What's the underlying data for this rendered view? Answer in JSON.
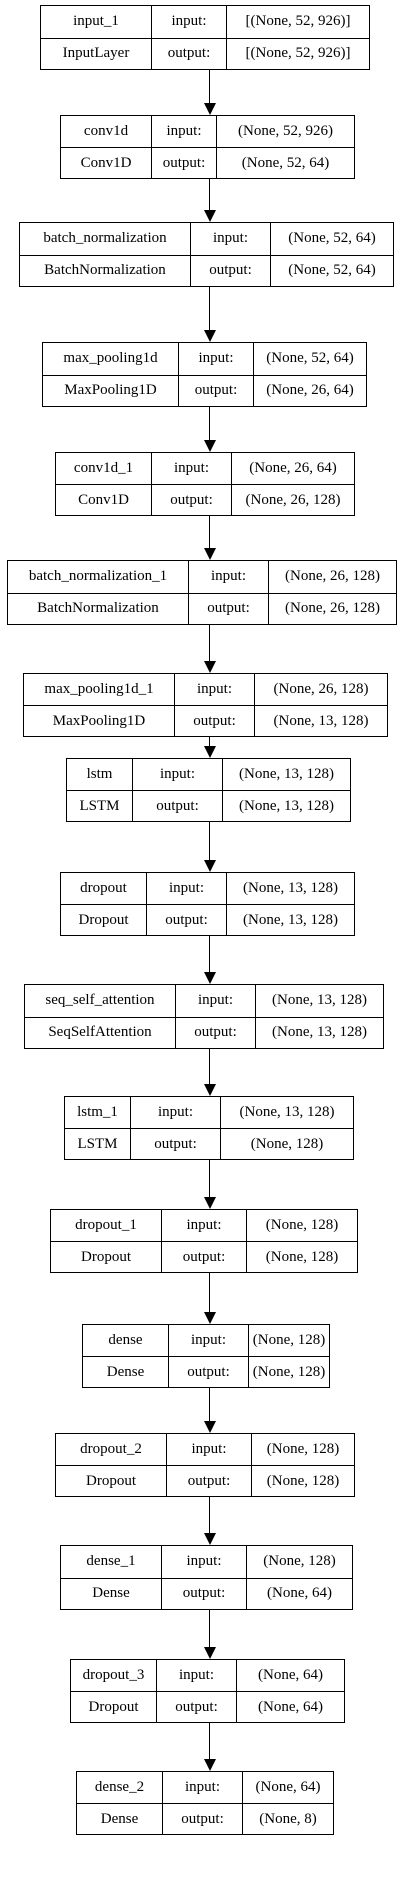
{
  "layers": [
    {
      "name": "input_1",
      "type": "InputLayer",
      "input_label": "input:",
      "output_label": "output:",
      "input_shape": "[(None, 52, 926)]",
      "output_shape": "[(None, 52, 926)]"
    },
    {
      "name": "conv1d",
      "type": "Conv1D",
      "input_label": "input:",
      "output_label": "output:",
      "input_shape": "(None, 52, 926)",
      "output_shape": "(None, 52, 64)"
    },
    {
      "name": "batch_normalization",
      "type": "BatchNormalization",
      "input_label": "input:",
      "output_label": "output:",
      "input_shape": "(None, 52, 64)",
      "output_shape": "(None, 52, 64)"
    },
    {
      "name": "max_pooling1d",
      "type": "MaxPooling1D",
      "input_label": "input:",
      "output_label": "output:",
      "input_shape": "(None, 52, 64)",
      "output_shape": "(None, 26, 64)"
    },
    {
      "name": "conv1d_1",
      "type": "Conv1D",
      "input_label": "input:",
      "output_label": "output:",
      "input_shape": "(None, 26, 64)",
      "output_shape": "(None, 26, 128)"
    },
    {
      "name": "batch_normalization_1",
      "type": "BatchNormalization",
      "input_label": "input:",
      "output_label": "output:",
      "input_shape": "(None, 26, 128)",
      "output_shape": "(None, 26, 128)"
    },
    {
      "name": "max_pooling1d_1",
      "type": "MaxPooling1D",
      "input_label": "input:",
      "output_label": "output:",
      "input_shape": "(None, 26, 128)",
      "output_shape": "(None, 13, 128)"
    },
    {
      "name": "lstm",
      "type": "LSTM",
      "input_label": "input:",
      "output_label": "output:",
      "input_shape": "(None, 13, 128)",
      "output_shape": "(None, 13, 128)"
    },
    {
      "name": "dropout",
      "type": "Dropout",
      "input_label": "input:",
      "output_label": "output:",
      "input_shape": "(None, 13, 128)",
      "output_shape": "(None, 13, 128)"
    },
    {
      "name": "seq_self_attention",
      "type": "SeqSelfAttention",
      "input_label": "input:",
      "output_label": "output:",
      "input_shape": "(None, 13, 128)",
      "output_shape": "(None, 13, 128)"
    },
    {
      "name": "lstm_1",
      "type": "LSTM",
      "input_label": "input:",
      "output_label": "output:",
      "input_shape": "(None, 13, 128)",
      "output_shape": "(None, 128)"
    },
    {
      "name": "dropout_1",
      "type": "Dropout",
      "input_label": "input:",
      "output_label": "output:",
      "input_shape": "(None, 128)",
      "output_shape": "(None, 128)"
    },
    {
      "name": "dense",
      "type": "Dense",
      "input_label": "input:",
      "output_label": "output:",
      "input_shape": "(None, 128)",
      "output_shape": "(None, 128)"
    },
    {
      "name": "dropout_2",
      "type": "Dropout",
      "input_label": "input:",
      "output_label": "output:",
      "input_shape": "(None, 128)",
      "output_shape": "(None, 128)"
    },
    {
      "name": "dense_1",
      "type": "Dense",
      "input_label": "input:",
      "output_label": "output:",
      "input_shape": "(None, 128)",
      "output_shape": "(None, 64)"
    },
    {
      "name": "dropout_3",
      "type": "Dropout",
      "input_label": "input:",
      "output_label": "output:",
      "input_shape": "(None, 64)",
      "output_shape": "(None, 64)"
    },
    {
      "name": "dense_2",
      "type": "Dense",
      "input_label": "input:",
      "output_label": "output:",
      "input_shape": "(None, 64)",
      "output_shape": "(None, 8)"
    }
  ]
}
